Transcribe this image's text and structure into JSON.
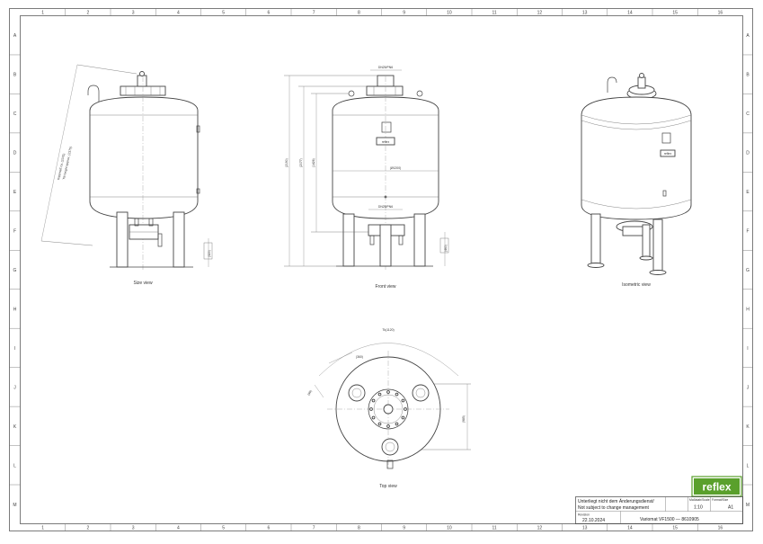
{
  "grid": {
    "columns": [
      "1",
      "2",
      "3",
      "4",
      "5",
      "6",
      "7",
      "8",
      "9",
      "10",
      "11",
      "12",
      "13",
      "14",
      "15",
      "16"
    ],
    "rows": [
      "A",
      "B",
      "C",
      "D",
      "E",
      "F",
      "G",
      "H",
      "I",
      "J",
      "K",
      "L",
      "M"
    ]
  },
  "views": {
    "side": "Size view",
    "front": "Front view",
    "isometric": "Isometric view",
    "top": "Top view"
  },
  "dimensions": {
    "flange_top": "DN25/PN6",
    "flange_bottom": "DN25/PN6",
    "diameter": "(Ø1200)",
    "height_total": "(2190)",
    "height_2": "(2077)",
    "height_3": "(1426)",
    "leg_height": "(460)",
    "side_leg": "(320)",
    "tilt_a": "Kippmaß ca. (2375)",
    "tilt_b": "Tilt height approx. (2375)",
    "top_dia": "Tk(1120)",
    "top_a": "(360)",
    "top_b": "(90)",
    "top_c": "(985)"
  },
  "brand": {
    "logo_text": "reflex",
    "plate_text": "reflex",
    "accent": "#5aa02c"
  },
  "title_block": {
    "note_de": "Unterliegt nicht dem Änderungsdienst/",
    "note_en": "Not subject to change management",
    "revision_label": "Revision",
    "revision_date": "22.10.2024",
    "scale_label": "Maßstab/Scale",
    "scale_value": "1:10",
    "format_label": "Format/Size",
    "format_value": "A1",
    "product": "Variomat VF1500 — 8610905"
  }
}
